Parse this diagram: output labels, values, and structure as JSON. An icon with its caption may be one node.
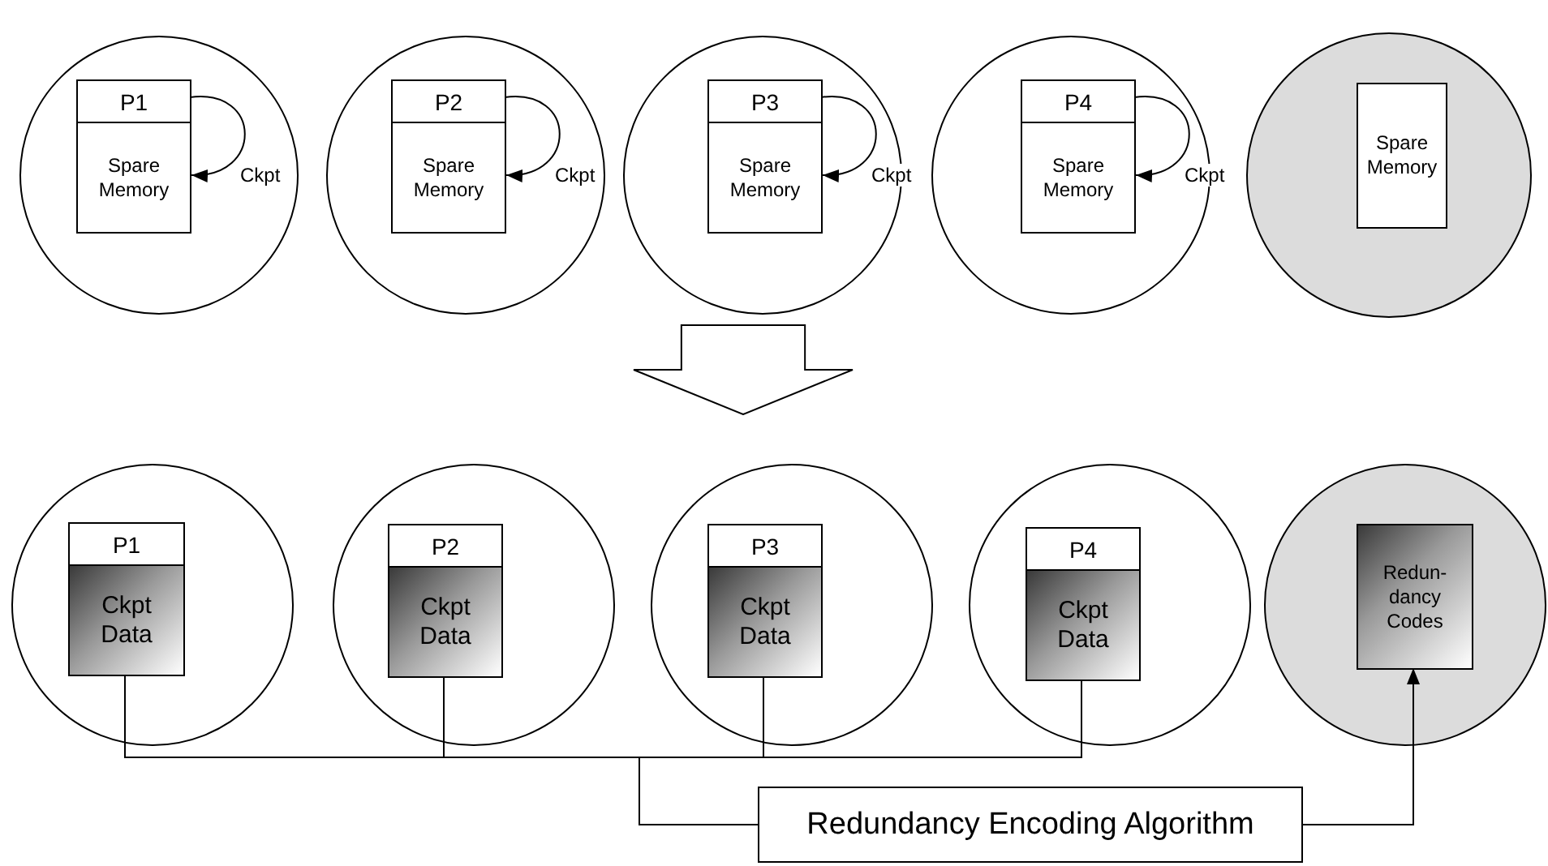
{
  "diagram": {
    "nodes": [
      {
        "text": [],
        "shape": "circle"
      },
      {
        "text": [
          "P1",
          "Spare Memory"
        ],
        "in": 0
      },
      {
        "text": [],
        "shape": "circle"
      },
      {
        "text": [
          "P2",
          "Spare Memory"
        ],
        "in": 2
      },
      {
        "text": [],
        "shape": "circle"
      },
      {
        "text": [
          "P3",
          "Spare Memory"
        ],
        "in": 4
      },
      {
        "text": [],
        "shape": "circle"
      },
      {
        "text": [
          "P4",
          "Spare Memory"
        ],
        "in": 6
      },
      {
        "text": [],
        "shape": "circle"
      },
      {
        "text": [
          "Spare Memory"
        ],
        "in": 8
      },
      {
        "text": [],
        "shape": "arrow"
      },
      {
        "text": [],
        "shape": "circle"
      },
      {
        "text": [
          "P1",
          "Ckpt Data"
        ],
        "in": 11
      },
      {
        "text": [],
        "shape": "circle"
      },
      {
        "text": [
          "P2",
          "Ckpt Data"
        ],
        "in": 13
      },
      {
        "text": [],
        "shape": "circle"
      },
      {
        "text": [
          "P3",
          "Ckpt Data"
        ],
        "in": 15
      },
      {
        "text": [],
        "shape": "circle"
      },
      {
        "text": [
          "P4",
          "Ckpt Data"
        ],
        "in": 17
      },
      {
        "text": [],
        "shape": "circle"
      },
      {
        "text": [
          "Redun- dancy Codes"
        ],
        "in": 19
      },
      {
        "text": [
          "Redundancy Encoding Algorithm"
        ]
      }
    ],
    "edges": [
      {
        "from": 1,
        "to": 1,
        "arrow": "to",
        "label": "Ckpt"
      },
      {
        "from": 3,
        "to": 3,
        "arrow": "to",
        "label": "Ckpt"
      },
      {
        "from": 5,
        "to": 5,
        "arrow": "to",
        "label": "Ckpt"
      },
      {
        "from": 7,
        "to": 7,
        "arrow": "to",
        "label": "Ckpt"
      },
      {
        "from": 12,
        "to": 21,
        "arrow": "none"
      },
      {
        "from": 14,
        "to": 21,
        "arrow": "none"
      },
      {
        "from": 16,
        "to": 21,
        "arrow": "none"
      },
      {
        "from": 18,
        "to": 21,
        "arrow": "none"
      },
      {
        "from": 21,
        "to": 20,
        "arrow": "to"
      }
    ]
  }
}
